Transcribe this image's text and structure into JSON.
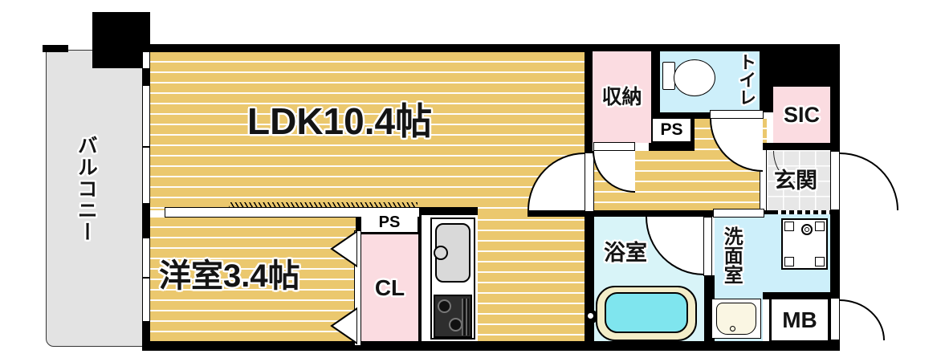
{
  "type": "apartment-floor-plan",
  "labels": {
    "balcony": "バルコニー",
    "ldk": "LDK10.4帖",
    "western_room": "洋室3.4帖",
    "storage": "収納",
    "toilet": "トイレ",
    "ps_top": "PS",
    "ps_bottom": "PS",
    "sic": "SIC",
    "entrance": "玄関",
    "bathroom": "浴室",
    "washroom": "洗面室",
    "closet": "CL",
    "meter_box": "MB"
  },
  "colors": {
    "wall": "#000000",
    "wood_floor": "#ebc86e",
    "room_pink": "#fbdce1",
    "room_cyan": "#cdeffa",
    "bath_cyan": "#d8f4f8",
    "tub_water": "#7fe5ee",
    "tub_rim": "#f3edc8",
    "balcony_grey": "#e3e3e3",
    "entrance_tile": "#e7e7e7"
  }
}
